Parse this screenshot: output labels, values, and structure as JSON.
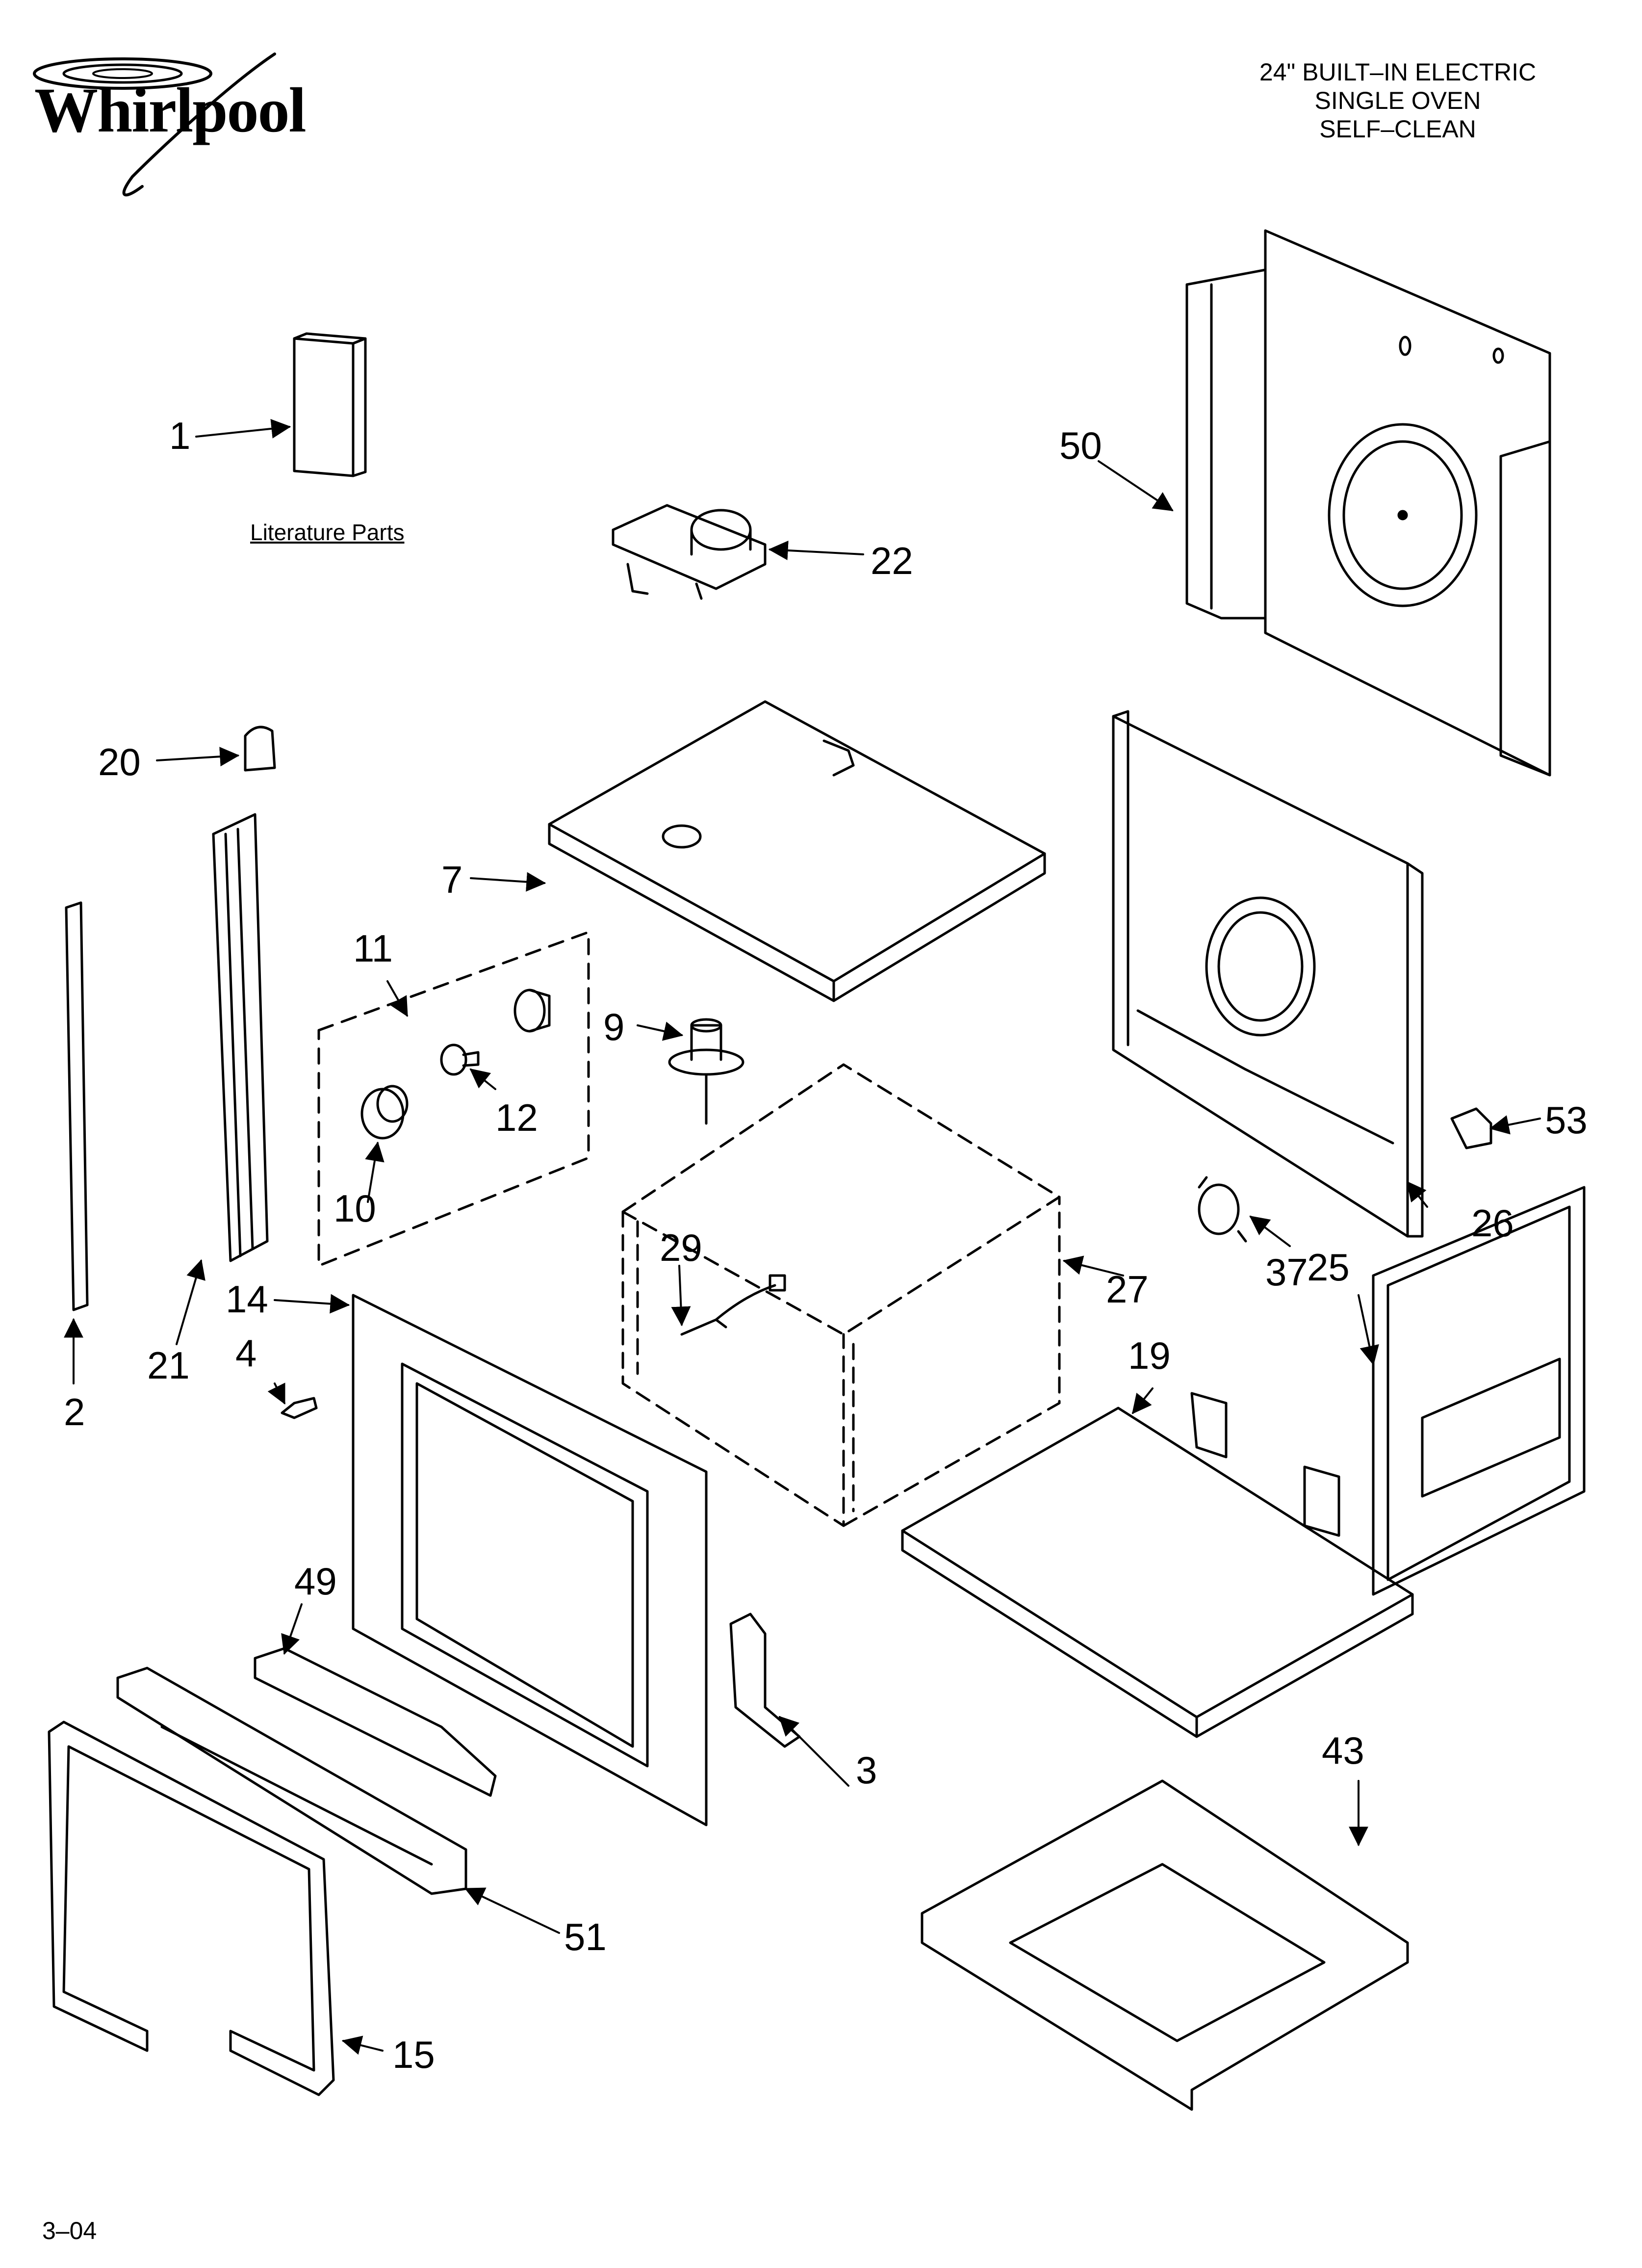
{
  "brand": {
    "name": "Whirlpool",
    "logo_icon": "whirlpool-swirl-icon"
  },
  "header": {
    "line1": "24\" BUILT–IN ELECTRIC",
    "line2": "SINGLE OVEN",
    "line3": "SELF–CLEAN"
  },
  "literature_label": "Literature Parts",
  "footer": {
    "code": "3–04"
  },
  "callouts": {
    "c1": "1",
    "c2": "2",
    "c3": "3",
    "c4": "4",
    "c7": "7",
    "c9": "9",
    "c10": "10",
    "c11": "11",
    "c12": "12",
    "c14": "14",
    "c15": "15",
    "c19": "19",
    "c20": "20",
    "c21": "21",
    "c22": "22",
    "c25": "25",
    "c26": "26",
    "c27": "27",
    "c29": "29",
    "c37": "37",
    "c43": "43",
    "c49": "49",
    "c50": "50",
    "c51": "51",
    "c53": "53"
  }
}
